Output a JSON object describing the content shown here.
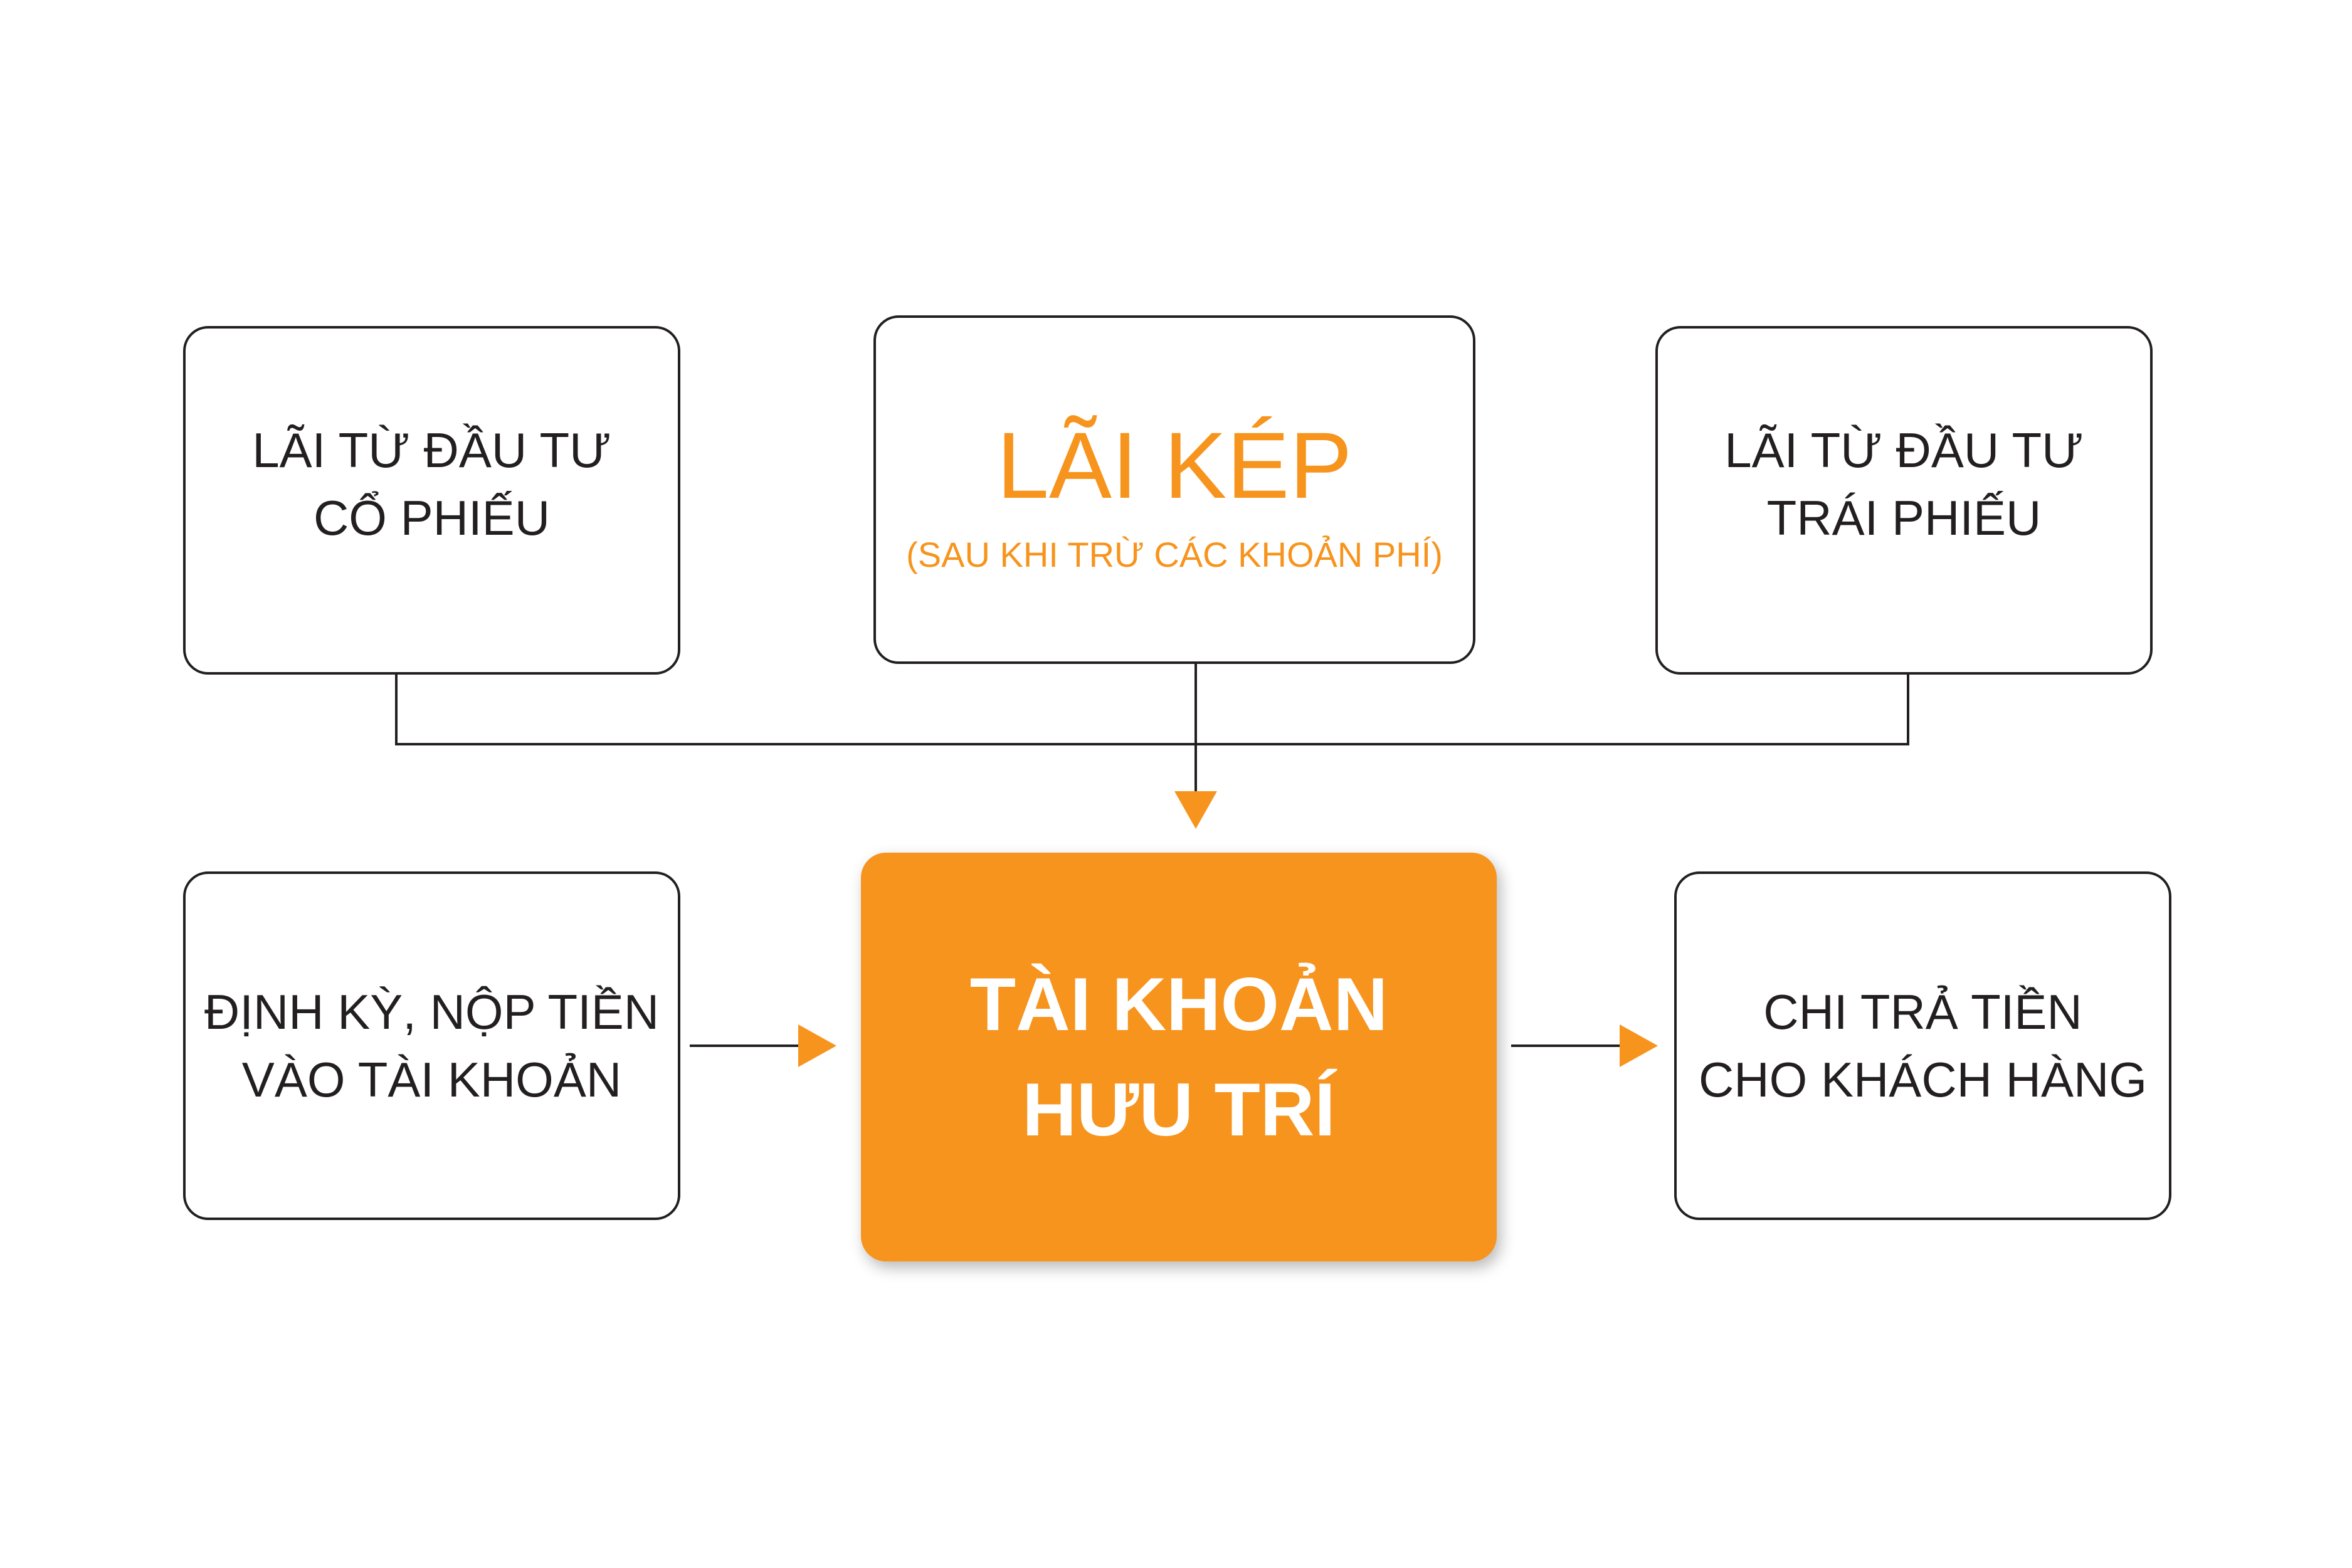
{
  "colors": {
    "accent": "#f7941d",
    "box_border": "#231f20",
    "connector": "#231f20",
    "background": "#ffffff",
    "retirement_text": "#ffffff"
  },
  "nodes": {
    "stock_interest": {
      "line1": "LÃI TỪ ĐẦU TƯ",
      "line2": "CỔ PHIẾU"
    },
    "compound_interest": {
      "title": "LÃI KÉP",
      "subtitle": "(SAU KHI TRỪ CÁC KHOẢN PHÍ)"
    },
    "bond_interest": {
      "line1": "LÃI TỪ ĐẦU TƯ",
      "line2": "TRÁI PHIẾU"
    },
    "periodic_deposit": {
      "line1": "ĐỊNH KỲ, NỘP TIỀN",
      "line2": "VÀO TÀI KHOẢN"
    },
    "retirement_account": {
      "line1": "TÀI KHOẢN",
      "line2": "HƯU TRÍ"
    },
    "customer_payout": {
      "line1": "CHI TRẢ TIỀN",
      "line2": "CHO KHÁCH HÀNG"
    }
  },
  "edges": [
    {
      "from": "stock_interest",
      "to": "retirement_account"
    },
    {
      "from": "compound_interest",
      "to": "retirement_account"
    },
    {
      "from": "bond_interest",
      "to": "retirement_account"
    },
    {
      "from": "periodic_deposit",
      "to": "retirement_account"
    },
    {
      "from": "retirement_account",
      "to": "customer_payout"
    }
  ]
}
